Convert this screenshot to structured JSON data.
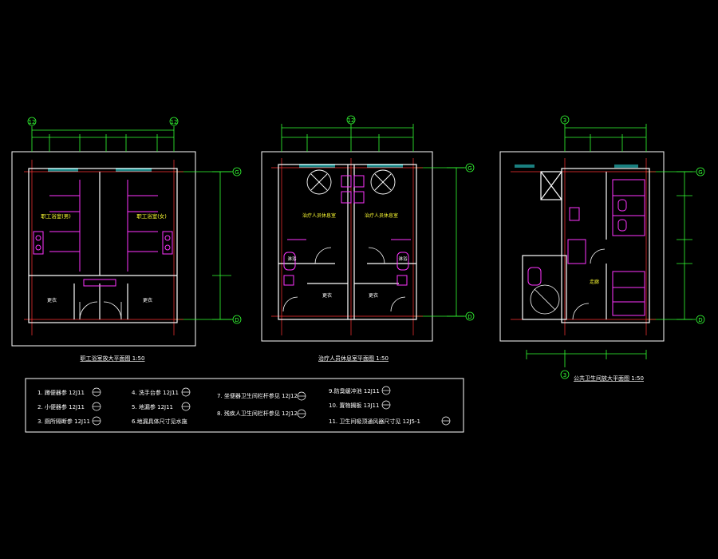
{
  "plans": [
    {
      "title": "职工浴室放大平面图 1:50",
      "grid_top": [
        "12",
        "12"
      ],
      "grid_right": [
        "G",
        "D"
      ],
      "labels": [
        "职工浴室(男)",
        "职工浴室(女)",
        "更衣",
        "更衣"
      ]
    },
    {
      "title": "治疗人员休息室平面图 1:50",
      "grid_top": [
        "12"
      ],
      "grid_right": [
        "G",
        "D"
      ],
      "labels": [
        "治疗人员休息室",
        "治疗人员休息室",
        "更衣",
        "更衣",
        "淋浴",
        "淋浴"
      ]
    },
    {
      "title": "公共卫生间放大平面图 1:50",
      "grid_top": [
        "3"
      ],
      "grid_bottom": [
        "3"
      ],
      "grid_right": [
        "G",
        "D"
      ],
      "labels": [
        "走廊"
      ]
    }
  ],
  "notes": {
    "col1": [
      "1. 蹲便器参 12J11",
      "2. 小便器参 12J11",
      "3. 厕所隔断参 12J11"
    ],
    "col2": [
      "4. 洗手台参 12J11",
      "5. 地漏参 12J11",
      "6.地漏具体尺寸见水施"
    ],
    "col3": [
      "7. 坐便器卫生间栏杆参见 12J12",
      "8. 残疾人卫生间栏杆参见 12J12"
    ],
    "col4": [
      "9.防臭缓冲池 12J11",
      "10. 置物搁板 13J11",
      "11. 卫生间吸顶通风器尺寸见 12J5-1"
    ]
  },
  "colors": {
    "wall": "#ffffff",
    "dim": "#33ff33",
    "grid": "#ff3333",
    "fixture": "#ff33ff",
    "window": "#33ffff",
    "text": "#ffff33"
  }
}
